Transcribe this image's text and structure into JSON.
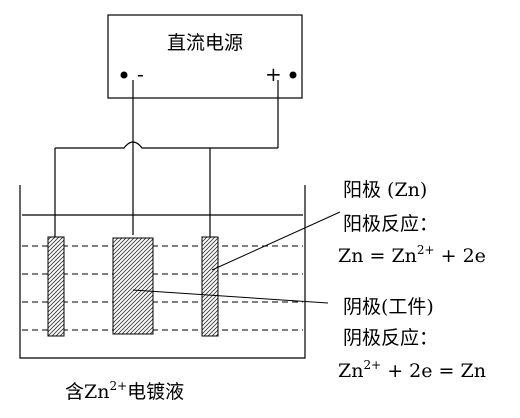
{
  "power_supply": {
    "label": "直流电源",
    "negative_sign": "-",
    "positive_sign": "+"
  },
  "anode": {
    "title": "阳极 (Zn)",
    "reaction_label": "阳极反应：",
    "reaction_parts": [
      "Zn = Zn",
      "2+",
      " + 2e"
    ]
  },
  "cathode": {
    "title": "阴极(工件)",
    "reaction_label": "阴极反应：",
    "reaction_parts": [
      "Zn",
      "2+",
      " + 2e = Zn"
    ]
  },
  "solution": {
    "label_parts": [
      "含Zn",
      "2+",
      "电镀液"
    ]
  }
}
